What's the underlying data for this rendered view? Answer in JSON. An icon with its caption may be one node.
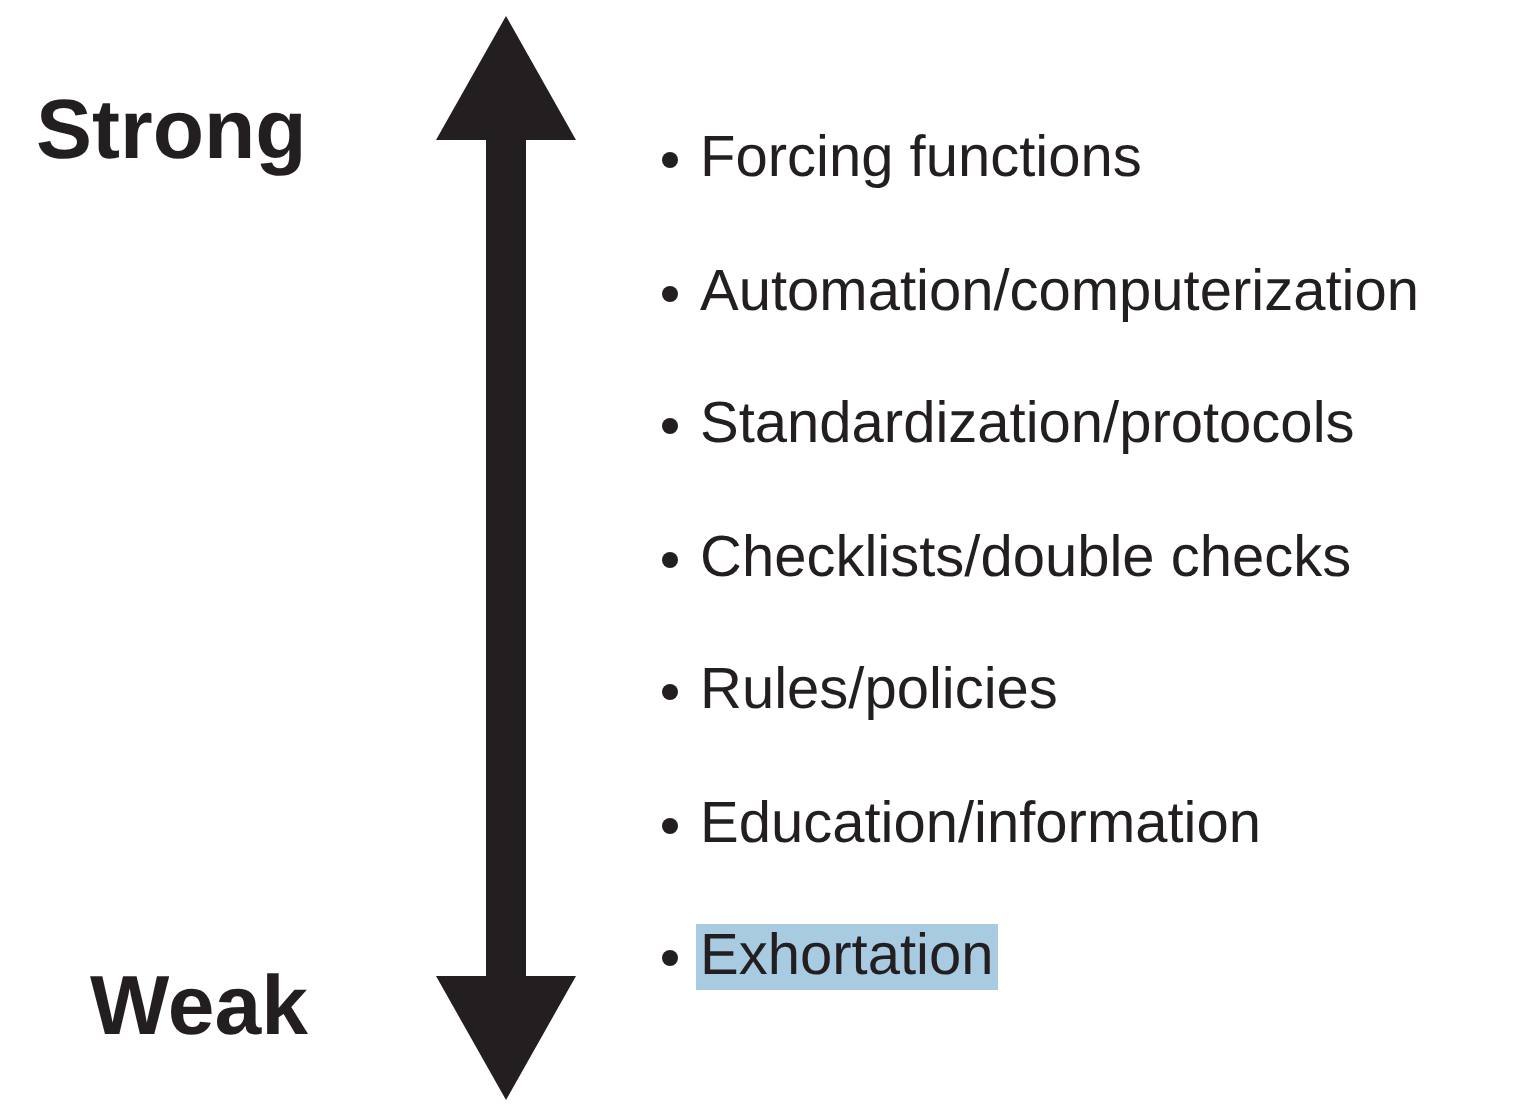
{
  "diagram": {
    "labels": [
      "Strong",
      "Weak",
      "Forcing functions",
      "Automation/computerization",
      "Standardization/protocols",
      "Checklists/double checks",
      "Rules/policies",
      "Education/information",
      "Exhortation"
    ]
  }
}
